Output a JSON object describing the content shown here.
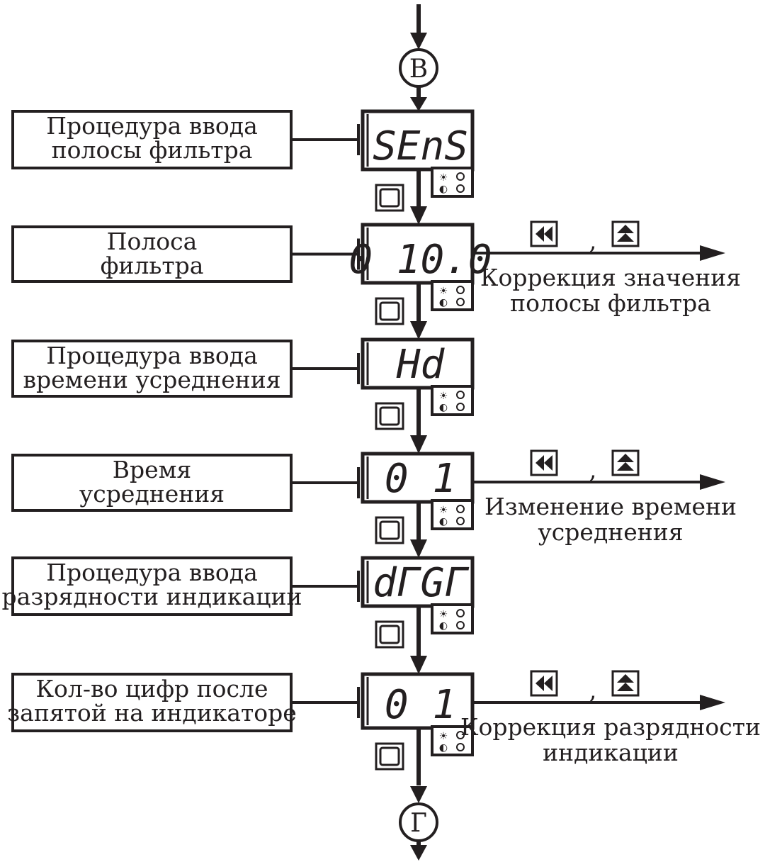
{
  "connectors": {
    "top": "В",
    "bottom": "Г"
  },
  "separator": ",",
  "steps": [
    {
      "label_lines": [
        "Процедура ввода",
        "полосы фильтра"
      ],
      "display": "SEnS",
      "has_action": false
    },
    {
      "label_lines": [
        "Полоса",
        "фильтра"
      ],
      "display": "0 10.0",
      "has_action": true,
      "action_lines": [
        "Коррекция значения",
        "полосы фильтра"
      ]
    },
    {
      "label_lines": [
        "Процедура ввода",
        "времени усреднения"
      ],
      "display": "Hd",
      "has_action": false
    },
    {
      "label_lines": [
        "Время",
        "усреднения"
      ],
      "display": "0 1",
      "has_action": true,
      "action_lines": [
        "Изменение времени",
        "усреднения"
      ]
    },
    {
      "label_lines": [
        "Процедура ввода",
        "разрядности индикации"
      ],
      "display": "dГGГ",
      "has_action": false
    },
    {
      "label_lines": [
        "Кол-во цифр после",
        "запятой на индикаторе"
      ],
      "display": "0 1",
      "has_action": true,
      "action_lines": [
        "Коррекция  разрядности",
        "индикации"
      ]
    }
  ],
  "icons": {
    "cycle": "cycle-button-icon",
    "rewind": "rewind-button-icon",
    "up": "up-button-icon",
    "led_panel": "led-indicator-panel"
  },
  "colors": {
    "ink": "#231f20",
    "paper": "#ffffff"
  }
}
